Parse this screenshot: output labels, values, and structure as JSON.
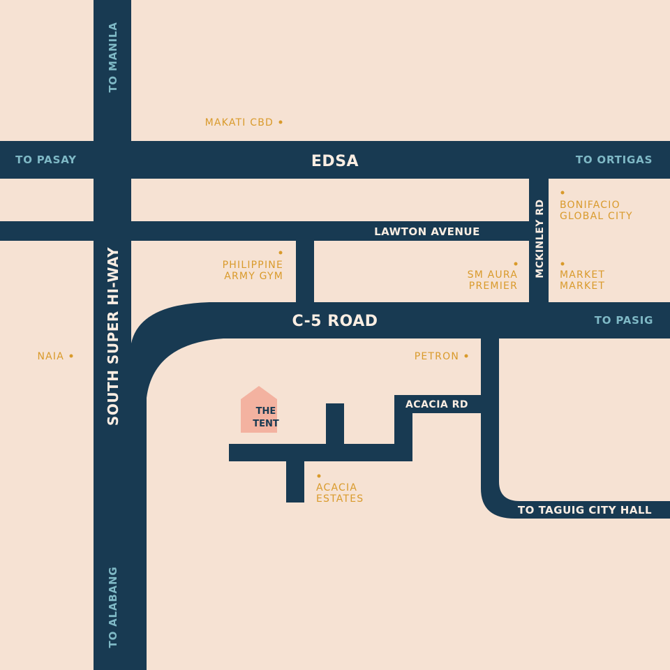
{
  "colors": {
    "background": "#f6e2d3",
    "road": "#183a52",
    "road_label": "#fbeee3",
    "direction_label": "#7fb9c6",
    "poi_label": "#d99a2b",
    "tent_fill": "#f3b2a0",
    "tent_text": "#183a52"
  },
  "roads": {
    "edsa": "EDSA",
    "lawton": "LAWTON AVENUE",
    "c5": "C-5 ROAD",
    "mckinley": "MCKINLEY RD",
    "south_super_hiway": "SOUTH SUPER HI-WAY",
    "acacia_rd": "ACACIA RD"
  },
  "directions": {
    "to_manila": "TO MANILA",
    "to_pasay": "TO PASAY",
    "to_ortigas": "TO ORTIGAS",
    "to_pasig": "TO PASIG",
    "to_taguig": "TO TAGUIG CITY HALL",
    "to_alabang": "TO ALABANG"
  },
  "places": {
    "makati_cbd": "MAKATI CBD",
    "bgc_1": "BONIFACIO",
    "bgc_2": "GLOBAL CITY",
    "army_gym_1": "PHILIPPINE",
    "army_gym_2": "ARMY GYM",
    "sm_aura_1": "SM AURA",
    "sm_aura_2": "PREMIER",
    "market_1": "MARKET",
    "market_2": "MARKET",
    "naia": "NAIA",
    "petron": "PETRON",
    "acacia_estates_1": "ACACIA",
    "acacia_estates_2": "ESTATES"
  },
  "destination": {
    "line1": "THE",
    "line2": "TENT"
  }
}
